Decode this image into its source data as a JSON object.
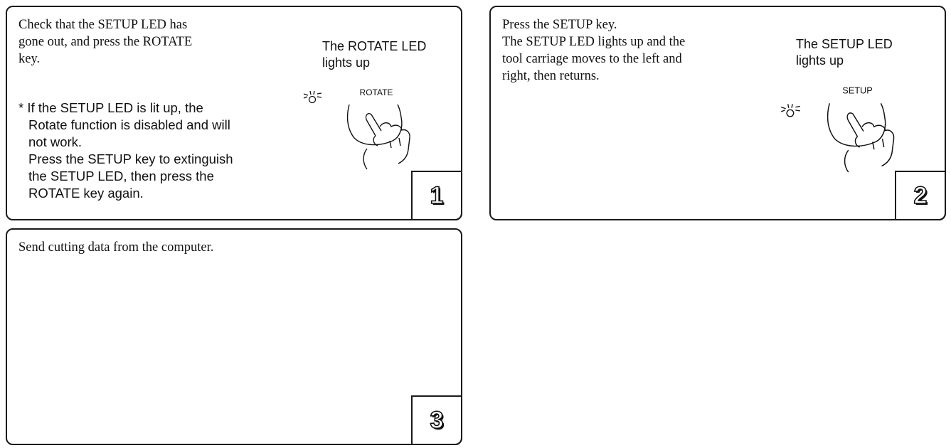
{
  "steps": [
    {
      "number": "1",
      "main_lines": [
        "Check that the SETUP LED has",
        "gone out, and press the ROTATE",
        "key."
      ],
      "note_lines": [
        "* If the SETUP LED is lit up, the",
        "Rotate function is disabled and will",
        "not work.",
        "Press the SETUP key to extinguish",
        "the SETUP LED, then press the",
        "ROTATE key again."
      ],
      "callout_lines": [
        "The ROTATE LED",
        "lights up"
      ],
      "key_label": "ROTATE",
      "icons": [
        "led-lit-icon",
        "finger-pressing-key-icon"
      ]
    },
    {
      "number": "2",
      "main_lines": [
        "Press the SETUP key.",
        "The SETUP LED lights up and the",
        "tool carriage moves to the left and",
        "right, then returns."
      ],
      "callout_lines": [
        "The SETUP LED",
        "lights up"
      ],
      "key_label": "SETUP",
      "icons": [
        "led-lit-icon",
        "finger-pressing-key-icon"
      ]
    },
    {
      "number": "3",
      "main_lines": [
        "Send cutting data from the computer."
      ]
    }
  ],
  "colors": {
    "ink": "#111111",
    "border": "#1a1a1a",
    "background": "#ffffff"
  }
}
